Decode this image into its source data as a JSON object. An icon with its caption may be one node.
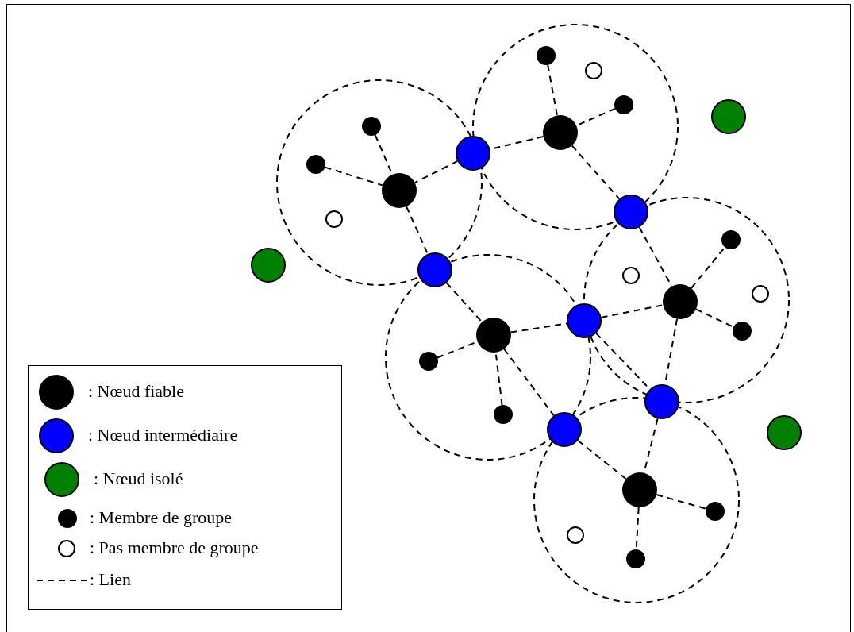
{
  "diagram": {
    "nodes": [
      {
        "text": [],
        "shape": "circle"
      },
      {
        "text": [],
        "shape": "circle"
      },
      {
        "text": [],
        "shape": "circle"
      },
      {
        "text": [],
        "shape": "circle"
      },
      {
        "text": [],
        "shape": "circle"
      },
      {
        "text": [],
        "shape": "circle"
      },
      {
        "text": [],
        "shape": "circle"
      },
      {
        "text": [],
        "shape": "circle"
      },
      {
        "text": [],
        "shape": "circle"
      },
      {
        "text": [],
        "shape": "circle"
      },
      {
        "text": [],
        "shape": "circle"
      },
      {
        "text": [],
        "shape": "circle"
      },
      {
        "text": [],
        "shape": "circle"
      },
      {
        "text": [],
        "shape": "circle"
      },
      {
        "text": [],
        "shape": "circle"
      },
      {
        "text": [],
        "shape": "circle"
      },
      {
        "text": [],
        "shape": "circle"
      },
      {
        "text": [],
        "shape": "circle"
      },
      {
        "text": [],
        "shape": "circle"
      },
      {
        "text": [],
        "shape": "circle"
      },
      {
        "text": [],
        "shape": "circle"
      },
      {
        "text": [],
        "shape": "circle"
      },
      {
        "text": [],
        "shape": "circle"
      },
      {
        "text": [],
        "shape": "circle"
      },
      {
        "text": [],
        "shape": "circle"
      },
      {
        "text": [],
        "shape": "circle"
      },
      {
        "text": [],
        "shape": "circle"
      },
      {
        "text": [],
        "shape": "circle"
      },
      {
        "text": [],
        "shape": "circle"
      }
    ],
    "edges": [
      {
        "from": 0,
        "to": 5,
        "arrow": "none",
        "style": "dashed"
      },
      {
        "from": 2,
        "to": 5,
        "arrow": "none",
        "style": "dashed"
      },
      {
        "from": 5,
        "to": 6,
        "arrow": "none",
        "style": "dashed"
      },
      {
        "from": 5,
        "to": 9,
        "arrow": "none",
        "style": "dashed"
      },
      {
        "from": 6,
        "to": 8,
        "arrow": "none",
        "style": "dashed"
      },
      {
        "from": 4,
        "to": 8,
        "arrow": "none",
        "style": "dashed"
      },
      {
        "from": 7,
        "to": 8,
        "arrow": "none",
        "style": "dashed"
      },
      {
        "from": 8,
        "to": 13,
        "arrow": "none",
        "style": "dashed"
      },
      {
        "from": 13,
        "to": 19,
        "arrow": "none",
        "style": "dashed"
      },
      {
        "from": 20,
        "to": 19,
        "arrow": "none",
        "style": "dashed"
      },
      {
        "from": 22,
        "to": 19,
        "arrow": "none",
        "style": "dashed"
      },
      {
        "from": 19,
        "to": 17,
        "arrow": "none",
        "style": "dashed"
      },
      {
        "from": 19,
        "to": 23,
        "arrow": "none",
        "style": "dashed"
      },
      {
        "from": 17,
        "to": 16,
        "arrow": "none",
        "style": "dashed"
      },
      {
        "from": 17,
        "to": 21,
        "arrow": "none",
        "style": "dashed"
      },
      {
        "from": 9,
        "to": 16,
        "arrow": "none",
        "style": "dashed"
      },
      {
        "from": 16,
        "to": 11,
        "arrow": "none",
        "style": "dashed"
      },
      {
        "from": 16,
        "to": 18,
        "arrow": "none",
        "style": "dashed"
      },
      {
        "from": 16,
        "to": 21,
        "arrow": "none",
        "style": "dashed"
      },
      {
        "from": 21,
        "to": 25,
        "arrow": "none",
        "style": "dashed"
      },
      {
        "from": 23,
        "to": 25,
        "arrow": "none",
        "style": "dashed"
      },
      {
        "from": 25,
        "to": 26,
        "arrow": "none",
        "style": "dashed"
      },
      {
        "from": 25,
        "to": 28,
        "arrow": "none",
        "style": "dashed"
      }
    ],
    "legend": [
      {
        "text": ": Nœud fiable",
        "color": "#000000"
      },
      {
        "text": ": Nœud intermédiaire",
        "color": "#0000ff"
      },
      {
        "text": ": Nœud isolé",
        "color": "#008000"
      },
      {
        "text": ": Membre de groupe",
        "color": "#000000"
      },
      {
        "text": ": Pas membre de groupe",
        "color": "#ffffff"
      },
      {
        "text": ": Lien"
      }
    ]
  }
}
